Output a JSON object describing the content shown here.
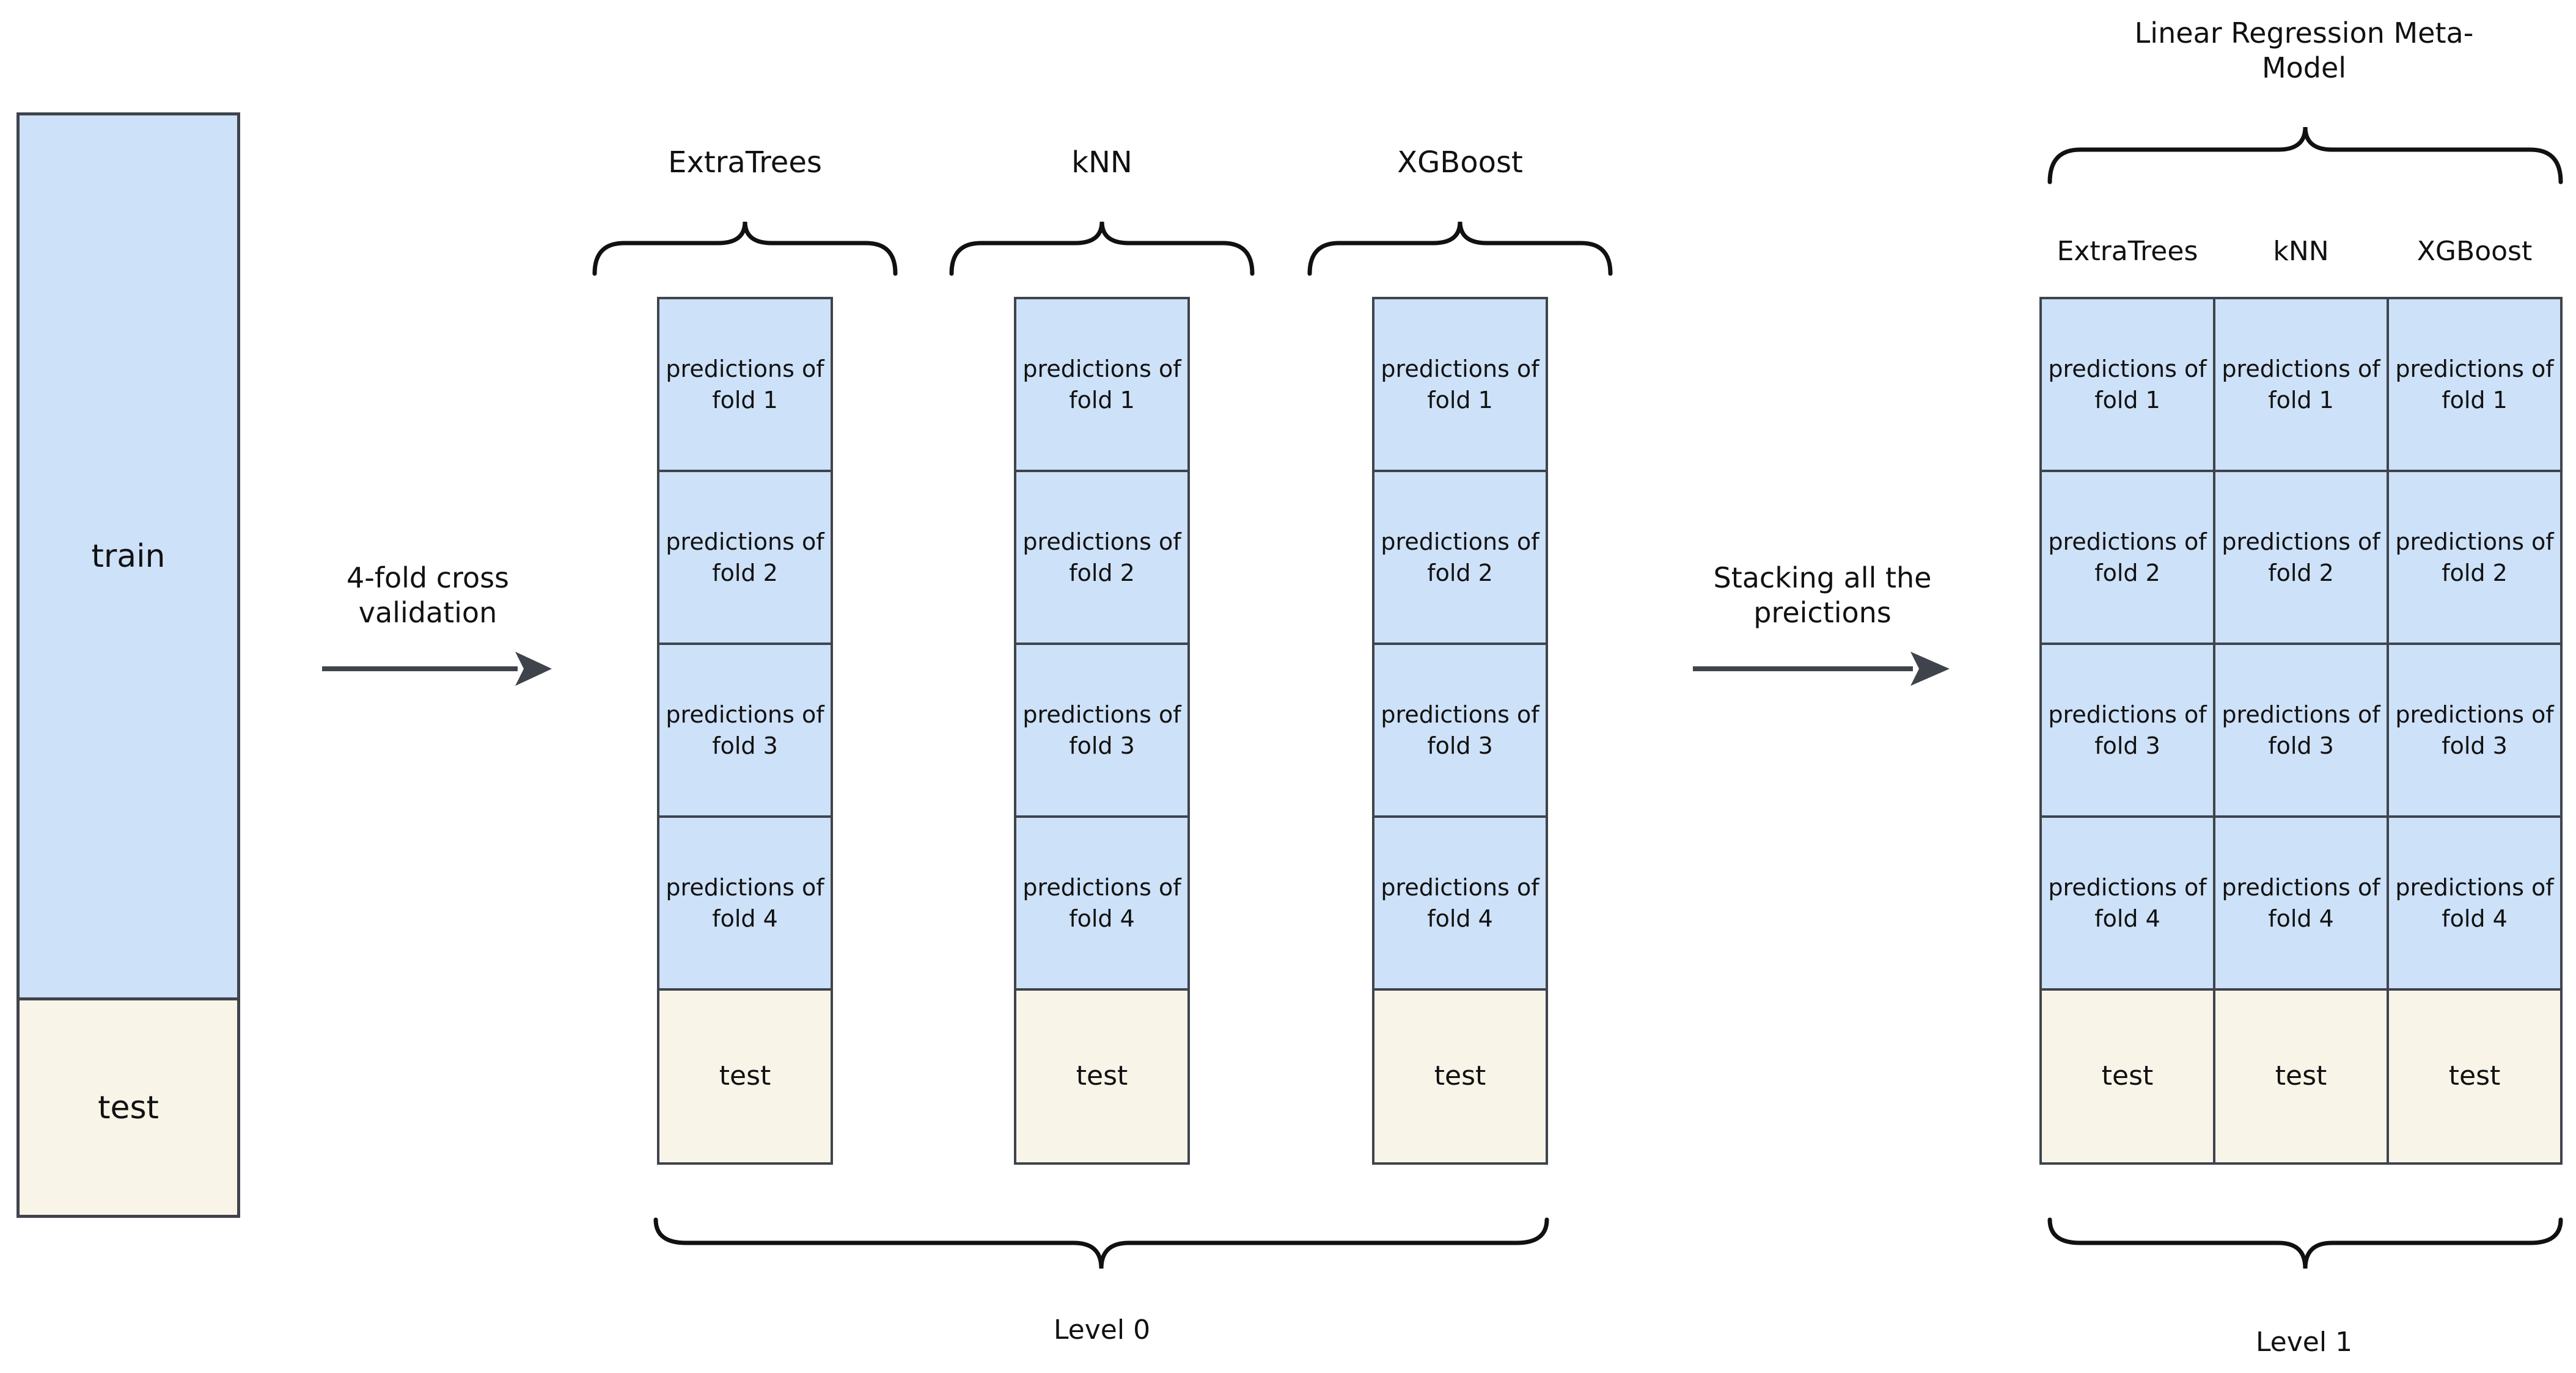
{
  "colors": {
    "cell_blue": "#cde1f8",
    "cell_cream": "#f8f4e8",
    "box_border": "#3f444c",
    "arrow": "#3f444c",
    "brace": "#111111",
    "text": "#111111"
  },
  "input_box": {
    "train_label": "train",
    "test_label": "test"
  },
  "flow": {
    "cv_arrow_label": "4-fold cross validation",
    "stacking_arrow_label": "Stacking all the preictions"
  },
  "level0": {
    "label": "Level 0",
    "columns": [
      {
        "model": "ExtraTrees",
        "cells": [
          "predictions of fold 1",
          "predictions of fold 2",
          "predictions of fold 3",
          "predictions of fold 4",
          "test"
        ]
      },
      {
        "model": "kNN",
        "cells": [
          "predictions of fold 1",
          "predictions of fold 2",
          "predictions of fold 3",
          "predictions of fold 4",
          "test"
        ]
      },
      {
        "model": "XGBoost",
        "cells": [
          "predictions of fold 1",
          "predictions of fold 2",
          "predictions of fold 3",
          "predictions of fold 4",
          "test"
        ]
      }
    ]
  },
  "level1": {
    "label": "Level 1",
    "meta_model_title": "Linear Regression Meta-Model",
    "columns": [
      {
        "model": "ExtraTrees",
        "cells": [
          "predictions of fold 1",
          "predictions of fold 2",
          "predictions of fold 3",
          "predictions of fold 4",
          "test"
        ]
      },
      {
        "model": "kNN",
        "cells": [
          "predictions of fold 1",
          "predictions of fold 2",
          "predictions of fold 3",
          "predictions of fold 4",
          "test"
        ]
      },
      {
        "model": "XGBoost",
        "cells": [
          "predictions of fold 1",
          "predictions of fold 2",
          "predictions of fold 3",
          "predictions of fold 4",
          "test"
        ]
      }
    ]
  }
}
